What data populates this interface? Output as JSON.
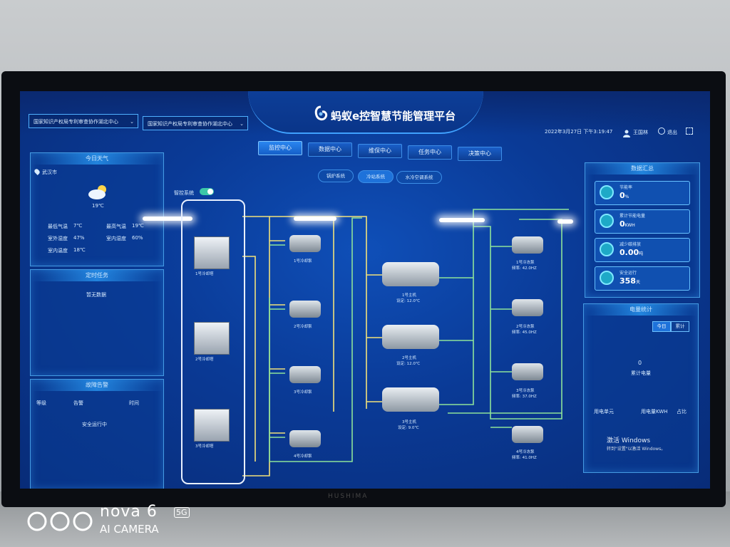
{
  "header": {
    "title": "蚂蚁e控智慧节能管理平台",
    "datetime": "2022年3月27日 下午3:19:47",
    "user": "王国林",
    "exit": "退出",
    "org_select_1": "国家知识产权局专利审查协作湖北中心",
    "org_select_2": "国家知识产权局专利审查协作湖北中心"
  },
  "nav": {
    "tabs": [
      "监控中心",
      "数据中心",
      "维保中心",
      "任务中心",
      "决策中心"
    ],
    "active": "监控中心"
  },
  "subnav": {
    "tabs": [
      "锅炉系统",
      "冷站系统",
      "水冷空调系统"
    ],
    "active": "冷站系统"
  },
  "weather": {
    "title": "今日天气",
    "city": "武汉市",
    "temp": "19℃",
    "low_label": "最低气温",
    "low": "7℃",
    "high_label": "最高气温",
    "high": "19℃",
    "out_hum_label": "室外湿度",
    "out_hum": "47%",
    "in_hum_label": "室内湿度",
    "in_hum": "60%",
    "in_temp_label": "室内温度",
    "in_temp": "18℃"
  },
  "tasks": {
    "title": "定时任务",
    "empty": "暂无数据"
  },
  "faults": {
    "title": "故障告警",
    "columns": [
      "等级",
      "告警",
      "时间"
    ],
    "status": "安全运行中"
  },
  "toggle_label": "智控系统",
  "cooling_towers": [
    "1号冷却塔",
    "2号冷却塔",
    "3号冷却塔"
  ],
  "cooling_pumps": [
    "1号冷却泵",
    "2号冷却泵",
    "3号冷却泵",
    "4号冷却泵"
  ],
  "chillers": [
    {
      "name": "1号主机",
      "setting": "设定: 12.0℃"
    },
    {
      "name": "2号主机",
      "setting": "设定: 12.0℃"
    },
    {
      "name": "3号主机",
      "setting": "设定: 9.0℃"
    }
  ],
  "chilled_pumps": [
    {
      "name": "1号冷冻泵",
      "freq": "频率: 42.0HZ"
    },
    {
      "name": "2号冷冻泵",
      "freq": "频率: 45.0HZ"
    },
    {
      "name": "3号冷冻泵",
      "freq": "频率: 37.0HZ"
    },
    {
      "name": "4号冷冻泵",
      "freq": "频率: 41.0HZ"
    }
  ],
  "energy": {
    "title": "数据汇总",
    "items": [
      {
        "label": "节能率",
        "value": "0",
        "unit": "%"
      },
      {
        "label": "累计节能电量",
        "value": "0",
        "unit": "KWH"
      },
      {
        "label": "减少碳排放",
        "value": "0.00",
        "unit": "吨"
      },
      {
        "label": "安全运行",
        "value": "358",
        "unit": "天"
      }
    ]
  },
  "power": {
    "title": "电量统计",
    "tabs": [
      "今日",
      "累计"
    ],
    "value": "0",
    "value_label": "累计电量",
    "col1": "用电单元",
    "col2": "用电量KWH",
    "col3": "占比"
  },
  "windows_activation": {
    "line1": "激活 Windows",
    "line2": "转到\"设置\"以激活 Windows。"
  },
  "bezel_brand": "HUSHIMA",
  "watermark": {
    "model": "nova 6",
    "badge": "5G",
    "camera": "AI CAMERA"
  },
  "colors": {
    "screen_bg": "#0a3a96",
    "pipe_yellow": "#f2e27a",
    "pipe_green": "#8ee39a",
    "panel_border": "#5abeff",
    "accent": "#1e72da"
  }
}
